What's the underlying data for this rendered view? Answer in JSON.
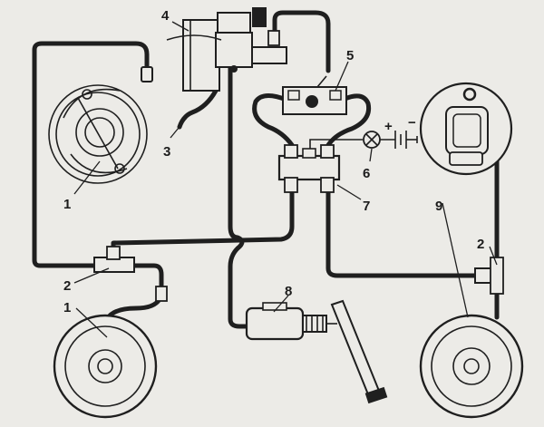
{
  "diagram": {
    "labels": {
      "front_brake_top_left": "1",
      "front_brake_bottom_left": "1",
      "tee_left": "2",
      "tee_right": "2",
      "hose": "3",
      "reservoir": "4",
      "regulator": "5",
      "warning_lamp": "6",
      "valve_block": "7",
      "master_cylinder": "8",
      "rear_brake": "9"
    },
    "warning_lamp": {
      "plus": "+",
      "minus": "−"
    }
  }
}
